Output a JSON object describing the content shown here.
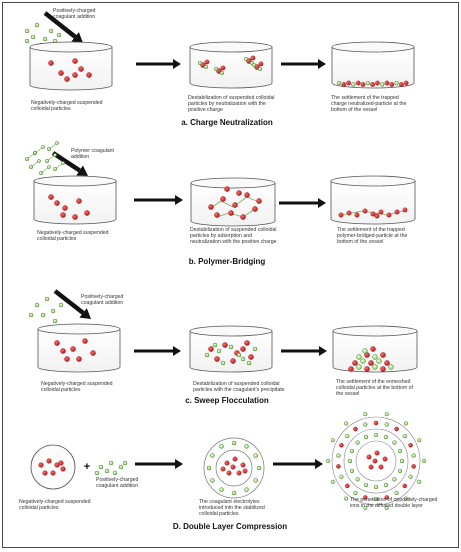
{
  "panels": [
    {
      "title": "a. Charge Neutralization",
      "caption_add": "Positively-charged\ncoagulant addition",
      "caption_1": "Negatively-charged suspended\ncolloidal particles",
      "caption_2": "Destabilization of suspended colloidal\nparticles by neutralization with the\npositive charge",
      "caption_3": "The settlement of the trapped\ncharge neutralized-particle at the\nbottom of the vessel"
    },
    {
      "title": "b. Polymer-Bridging",
      "caption_add": "Polymer coagulant\naddition",
      "caption_1": "Negatively-charged suspended\ncolloidal particles",
      "caption_2": "Destabilization of suspended colloidal\nparticles by adsorption and\nneutralization with the positive charge",
      "caption_3": "The settlement of the trapped\npolymer-bridged-particle at the\nbottom of the vessel"
    },
    {
      "title": "c. Sweep Flocculation",
      "caption_add": "Positively-charged\ncoagulant addition",
      "caption_1": "Negatively-charged suspended\ncolloidal particles",
      "caption_2": "Destabilization of suspended colloidal\nparticles  with the coagulant's precipitate",
      "caption_3": "The settlement of the enmeshed\ncolloidal particles at the bottom of\nthe vessel"
    },
    {
      "title": "D. Double Layer Compression",
      "caption_add": "Positively-charged\ncoagulant addition",
      "caption_1": "Negatively-charged suspended\ncolloidal particles",
      "caption_2": "The coagulant electrolytes\nintroduced into the stabilized\ncolloidal particles",
      "caption_3": "The penetration of oppositely-charged\nions in the diffused double layer"
    }
  ],
  "plus_sign": "+",
  "colors": {
    "negative_particle": "#d42a2a",
    "positive_particle": "#a8e07a",
    "particle_outline": "#3a7a2a",
    "arrow": "#111111",
    "vessel_stroke": "#555555"
  }
}
